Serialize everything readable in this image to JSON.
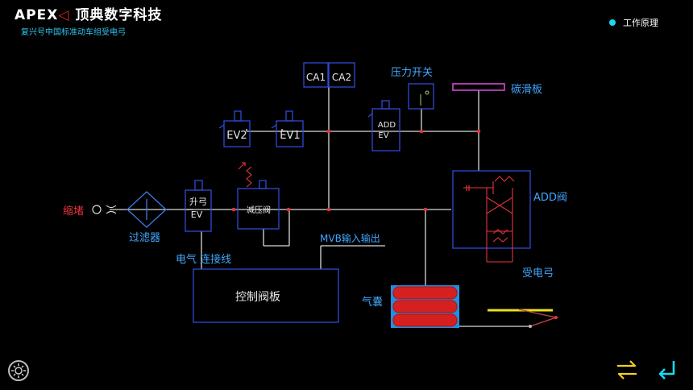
{
  "header": {
    "brand_main": "APEX",
    "brand_mark": "◁",
    "brand_cn": "顶典数字科技",
    "subtitle": "复兴号中国标准动车组受电弓",
    "principle_label": "工作原理"
  },
  "diagram": {
    "labels": {
      "ca1": "CA1",
      "ca2": "CA2",
      "pressure_switch": "压力开关",
      "carbon_strip": "碳滑板",
      "ev2": "EV2",
      "ev1": "EV1",
      "add_ev_line1": "ADD",
      "add_ev_line2": "EV",
      "add_valve": "ADD阀",
      "choke": "缩堵",
      "filter": "过滤器",
      "raise_ev_line1": "升弓",
      "raise_ev_line2": "EV",
      "reducing_valve": "减压阀",
      "mvb": "MVB输入输出",
      "electric_wire": "电气 连接线",
      "control_board": "控制阀板",
      "airbag": "气囊",
      "pantograph": "受电弓"
    }
  },
  "colors": {
    "box_stroke": "#2f4bd8",
    "pipe": "#d9d9d9",
    "node": "#e8333a",
    "label_blue": "#3fa7ff",
    "label_red": "#e8333a",
    "airbag_fill": "#d62020",
    "airbag_bg": "#1f8fe0",
    "carbon_strip": "#d04ad0",
    "collector": "#e6e01e"
  },
  "controls": {
    "settings_icon": "settings-icon",
    "swap_icon": "swap-arrows-icon",
    "back_icon": "return-arrow-icon"
  }
}
